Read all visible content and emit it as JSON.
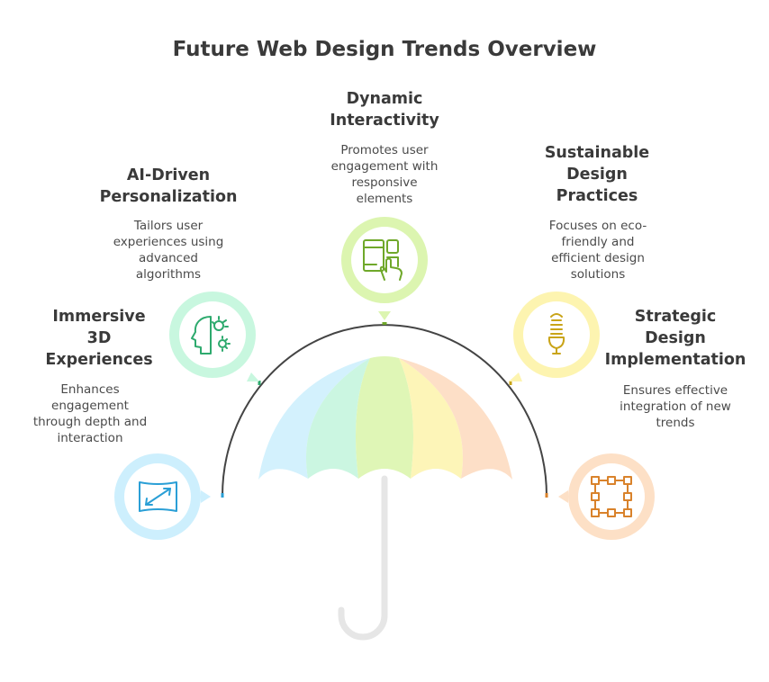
{
  "title": "Future Web Design Trends Overview",
  "items": [
    {
      "heading": [
        "Immersive",
        "3D",
        "Experiences"
      ],
      "description": [
        "Enhances",
        "engagement",
        "through depth and",
        "interaction"
      ],
      "icon": "3d-arrow-icon",
      "color": "#cdeffd",
      "accent": "#2a9fd6"
    },
    {
      "heading": [
        "AI-Driven",
        "Personalization"
      ],
      "description": [
        "Tailors user",
        "experiences using",
        "advanced",
        "algorithms"
      ],
      "icon": "ai-brain-gear-icon",
      "color": "#c8f7df",
      "accent": "#2eaa6e"
    },
    {
      "heading": [
        "Dynamic",
        "Interactivity"
      ],
      "description": [
        "Promotes user",
        "engagement with",
        "responsive",
        "elements"
      ],
      "icon": "touch-device-icon",
      "color": "#dcf5b0",
      "accent": "#6fa82a"
    },
    {
      "heading": [
        "Sustainable",
        "Design",
        "Practices"
      ],
      "description": [
        "Focuses on eco-",
        "friendly and",
        "efficient design",
        "solutions"
      ],
      "icon": "eco-bulb-icon",
      "color": "#fdf4b0",
      "accent": "#c9a418"
    },
    {
      "heading": [
        "Strategic",
        "Design",
        "Implementation"
      ],
      "description": [
        "Ensures effective",
        "integration of new",
        "trends"
      ],
      "icon": "frame-layout-icon",
      "color": "#fde0c6",
      "accent": "#d9822b"
    }
  ]
}
